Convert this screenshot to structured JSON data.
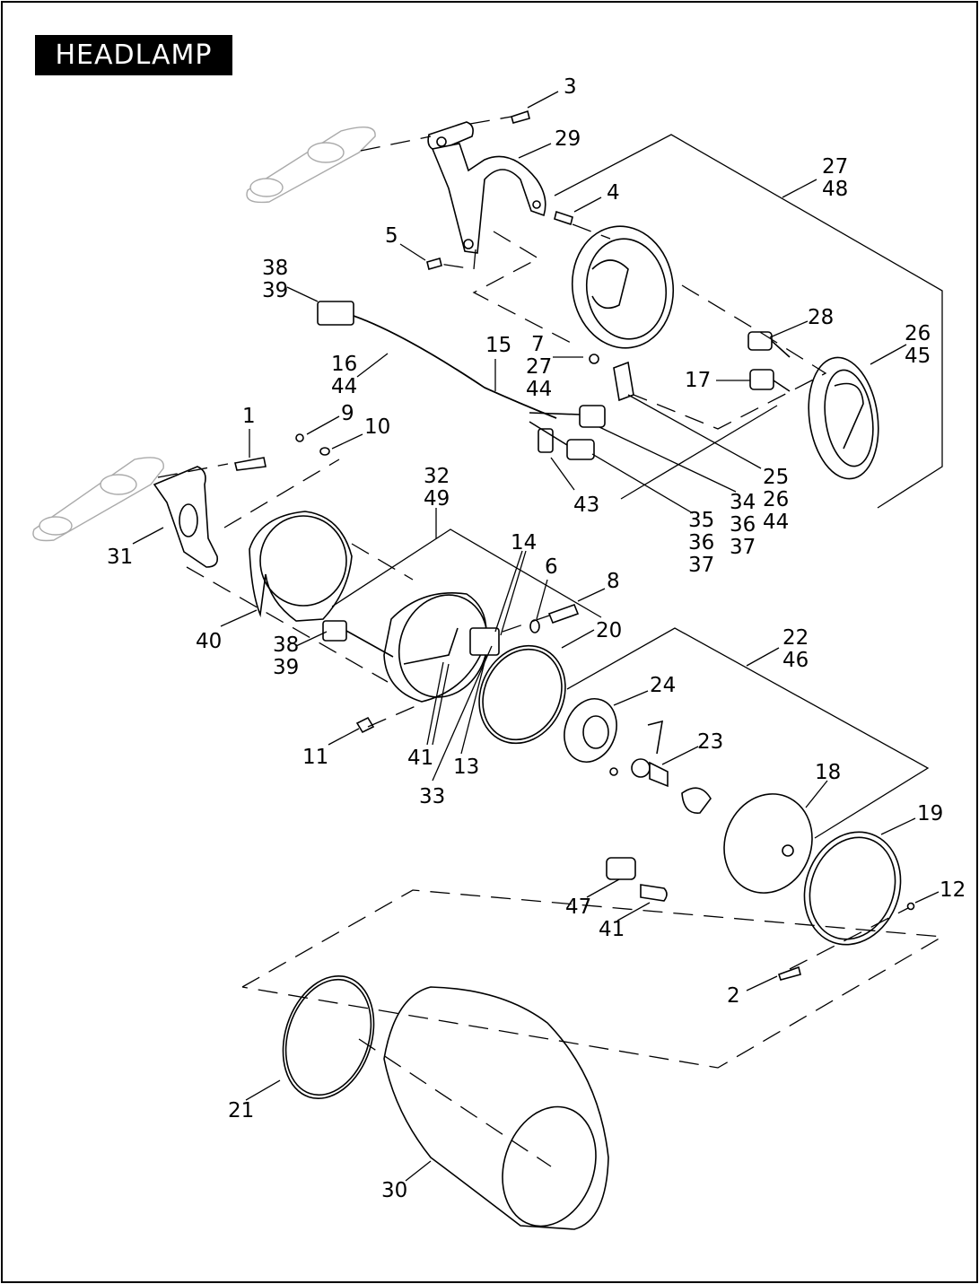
{
  "title": "HEADLAMP",
  "callouts": [
    {
      "id": "c3",
      "lines": [
        "3"
      ]
    },
    {
      "id": "c29",
      "lines": [
        "29"
      ]
    },
    {
      "id": "c27-48",
      "lines": [
        "27",
        "48"
      ]
    },
    {
      "id": "c4",
      "lines": [
        "4"
      ]
    },
    {
      "id": "c5",
      "lines": [
        "5"
      ]
    },
    {
      "id": "c38-39-top",
      "lines": [
        "38",
        "39"
      ]
    },
    {
      "id": "c28",
      "lines": [
        "28"
      ]
    },
    {
      "id": "c26-45",
      "lines": [
        "26",
        "45"
      ]
    },
    {
      "id": "c15",
      "lines": [
        "15"
      ]
    },
    {
      "id": "c16-44",
      "lines": [
        "16",
        "44"
      ]
    },
    {
      "id": "c7-27-44",
      "lines": [
        "7",
        "27",
        "44"
      ]
    },
    {
      "id": "c17",
      "lines": [
        "17"
      ]
    },
    {
      "id": "c1",
      "lines": [
        "1"
      ]
    },
    {
      "id": "c9",
      "lines": [
        "9"
      ]
    },
    {
      "id": "c10",
      "lines": [
        "10"
      ]
    },
    {
      "id": "c25-26-44",
      "lines": [
        "25",
        "26",
        "44"
      ]
    },
    {
      "id": "c34-36-37",
      "lines": [
        "34",
        "36",
        "37"
      ]
    },
    {
      "id": "c35-36-37",
      "lines": [
        "35",
        "36",
        "37"
      ]
    },
    {
      "id": "c43",
      "lines": [
        "43"
      ]
    },
    {
      "id": "c32-49",
      "lines": [
        "32",
        "49"
      ]
    },
    {
      "id": "c31",
      "lines": [
        "31"
      ]
    },
    {
      "id": "c14",
      "lines": [
        "14"
      ]
    },
    {
      "id": "c6",
      "lines": [
        "6"
      ]
    },
    {
      "id": "c8",
      "lines": [
        "8"
      ]
    },
    {
      "id": "c20",
      "lines": [
        "20"
      ]
    },
    {
      "id": "c22-46",
      "lines": [
        "22",
        "46"
      ]
    },
    {
      "id": "c40",
      "lines": [
        "40"
      ]
    },
    {
      "id": "c38-39-mid",
      "lines": [
        "38",
        "39"
      ]
    },
    {
      "id": "c24",
      "lines": [
        "24"
      ]
    },
    {
      "id": "c23",
      "lines": [
        "23"
      ]
    },
    {
      "id": "c11",
      "lines": [
        "11"
      ]
    },
    {
      "id": "c41-mid",
      "lines": [
        "41"
      ]
    },
    {
      "id": "c13",
      "lines": [
        "13"
      ]
    },
    {
      "id": "c33",
      "lines": [
        "33"
      ]
    },
    {
      "id": "c18",
      "lines": [
        "18"
      ]
    },
    {
      "id": "c19",
      "lines": [
        "19"
      ]
    },
    {
      "id": "c12",
      "lines": [
        "12"
      ]
    },
    {
      "id": "c47",
      "lines": [
        "47"
      ]
    },
    {
      "id": "c41-low",
      "lines": [
        "41"
      ]
    },
    {
      "id": "c2",
      "lines": [
        "2"
      ]
    },
    {
      "id": "c21",
      "lines": [
        "21"
      ]
    },
    {
      "id": "c30",
      "lines": [
        "30"
      ]
    }
  ]
}
